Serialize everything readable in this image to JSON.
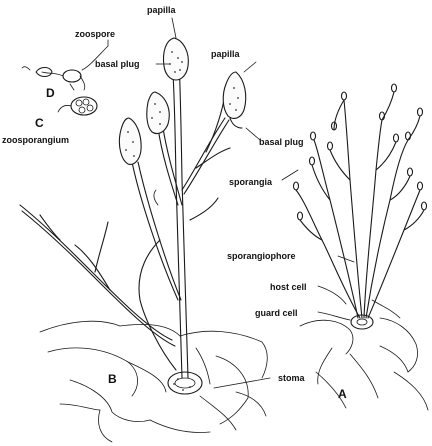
{
  "labels": {
    "papilla_top": "papilla",
    "zoospore": "zoospore",
    "basal_plug_top": "basal plug",
    "papilla_right": "papilla",
    "D": "D",
    "C": "C",
    "zoosporangium": "zoosporangium",
    "basal_plug_right": "basal plug",
    "sporangia": "sporangia",
    "sporangiophore": "sporangiophore",
    "host_cell": "host cell",
    "guard_cell": "guard cell",
    "B": "B",
    "stoma": "stoma",
    "A": "A"
  },
  "colors": {
    "ink": "#1a1a1a",
    "background": "#ffffff"
  }
}
